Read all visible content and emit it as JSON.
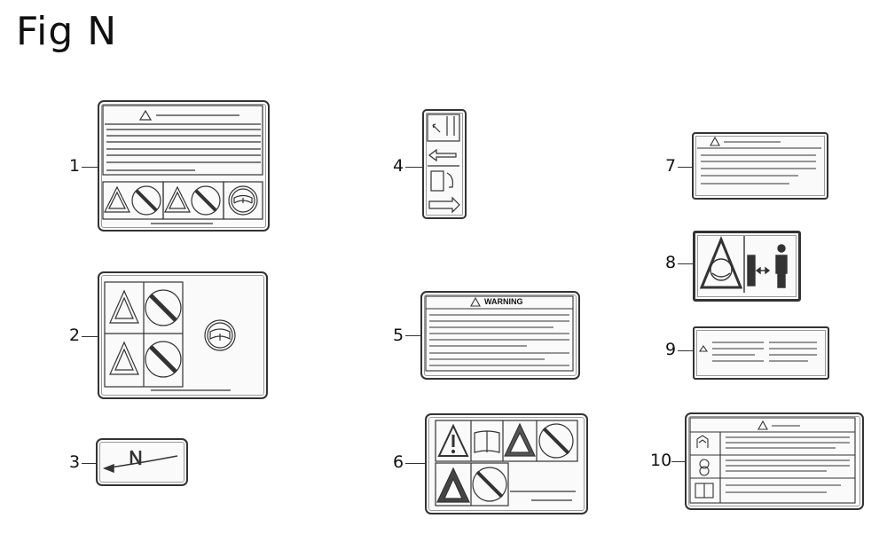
{
  "figure": {
    "title": "Fig N",
    "callouts": [
      "1",
      "2",
      "3",
      "4",
      "5",
      "6",
      "7",
      "8",
      "9",
      "10"
    ],
    "label_5_heading": "WARNING",
    "label_3_letter": "N"
  },
  "colors": {
    "line": "#333333",
    "fill": "#ffffff",
    "dark": "#222222"
  }
}
